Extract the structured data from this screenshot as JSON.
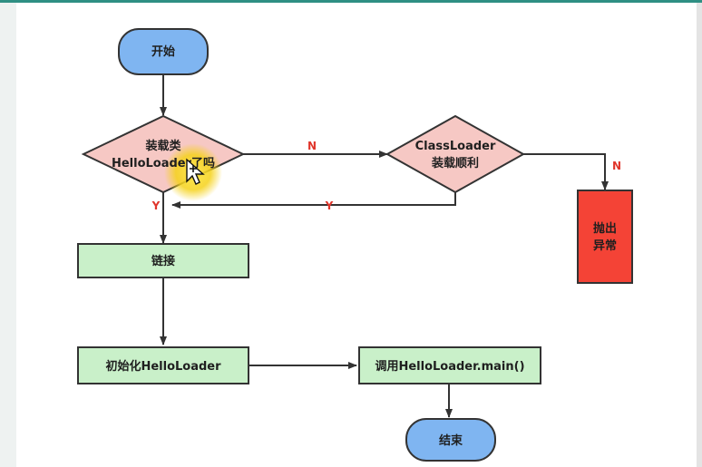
{
  "nodes": {
    "start": "开始",
    "check_line1": "装载类",
    "check_line2": "HelloLoader了吗",
    "classloader_line1": "ClassLoader",
    "classloader_line2": "装载顺利",
    "throw_line1": "抛出",
    "throw_line2": "异常",
    "link": "链接",
    "init": "初始化HelloLoader",
    "invoke": "调用HelloLoader.main()",
    "end": "结束"
  },
  "edges": {
    "n1": "N",
    "n2": "N",
    "y1": "Y",
    "y2": "Y"
  },
  "colors": {
    "terminal_fill": "#7fb5f1",
    "decision_fill": "#f6c8c4",
    "process_fill": "#c9f0c9",
    "error_fill": "#f44336",
    "edge_label": "#e0352b",
    "highlight": "#f5d21a"
  }
}
